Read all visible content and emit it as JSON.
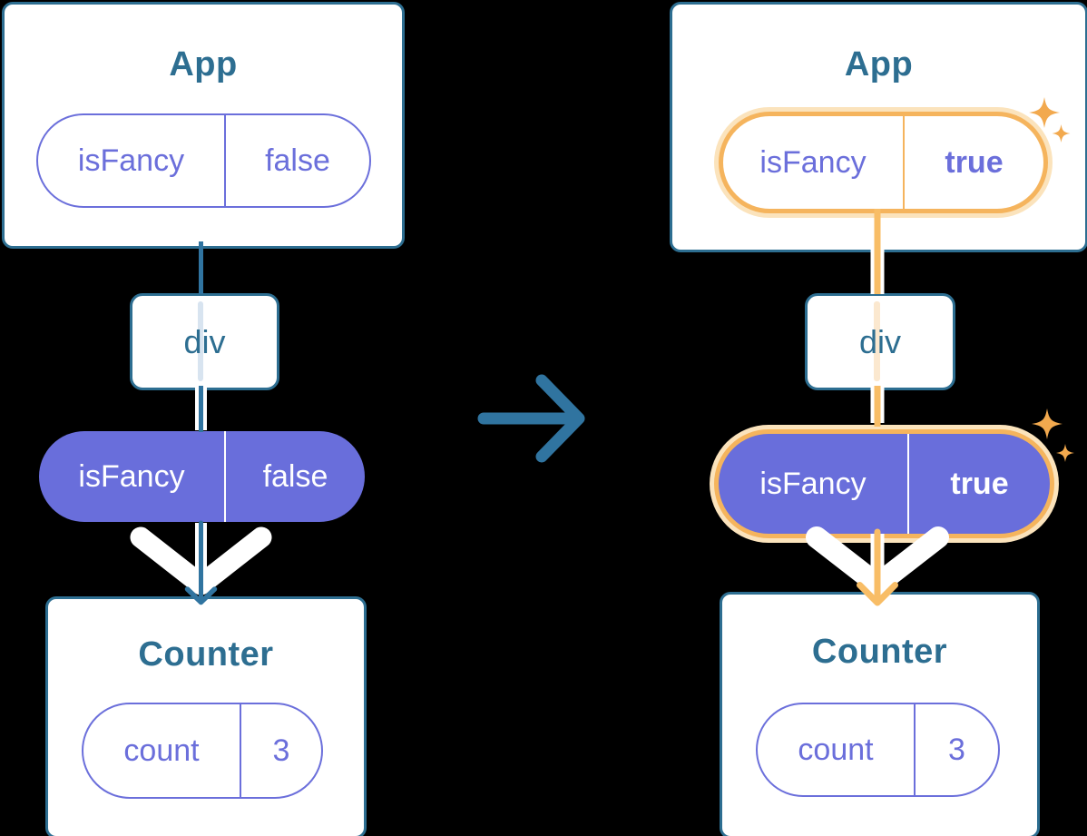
{
  "colors": {
    "background": "#000000",
    "card_border_teal": "#2D6E91",
    "title_teal": "#2D6E91",
    "connector_teal": "#3074A0",
    "pill_purple_fill": "#696EDB",
    "pill_purple_text": "#6B6FDB",
    "highlight_orange": "#F5B45D",
    "highlight_orange_pale": "#FBE3BC",
    "connector_orange": "#F8BD66",
    "sparkle_orange": "#F2A94E",
    "white": "#FFFFFF"
  },
  "before": {
    "app": {
      "title": "App",
      "prop": {
        "name": "isFancy",
        "value": "false"
      }
    },
    "container": {
      "label": "div"
    },
    "passed_prop": {
      "name": "isFancy",
      "value": "false"
    },
    "counter": {
      "title": "Counter",
      "state": {
        "name": "count",
        "value": "3"
      }
    }
  },
  "after": {
    "app": {
      "title": "App",
      "prop": {
        "name": "isFancy",
        "value": "true"
      }
    },
    "container": {
      "label": "div"
    },
    "passed_prop": {
      "name": "isFancy",
      "value": "true"
    },
    "counter": {
      "title": "Counter",
      "state": {
        "name": "count",
        "value": "3"
      }
    }
  }
}
